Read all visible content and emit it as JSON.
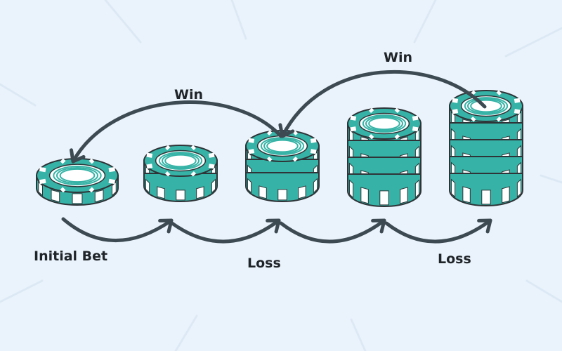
{
  "colors": {
    "background": "#eaf3fb",
    "chip_teal": "#36b3a6",
    "chip_white": "#ffffff",
    "outline": "#2e3438",
    "arrow": "#3d4a52",
    "text": "#1f2429"
  },
  "labels": {
    "initial_bet": "Initial Bet",
    "loss_1": "Loss",
    "loss_2": "Loss",
    "win_1": "Win",
    "win_2": "Win"
  },
  "stacks": [
    {
      "step": "initial_bet",
      "chips": 1
    },
    {
      "step": "after_loss_1",
      "chips": 2
    },
    {
      "step": "after_loss_2",
      "chips": 3
    },
    {
      "step": "after_loss_3",
      "chips": 4
    },
    {
      "step": "after_loss_4",
      "chips": 5
    }
  ]
}
